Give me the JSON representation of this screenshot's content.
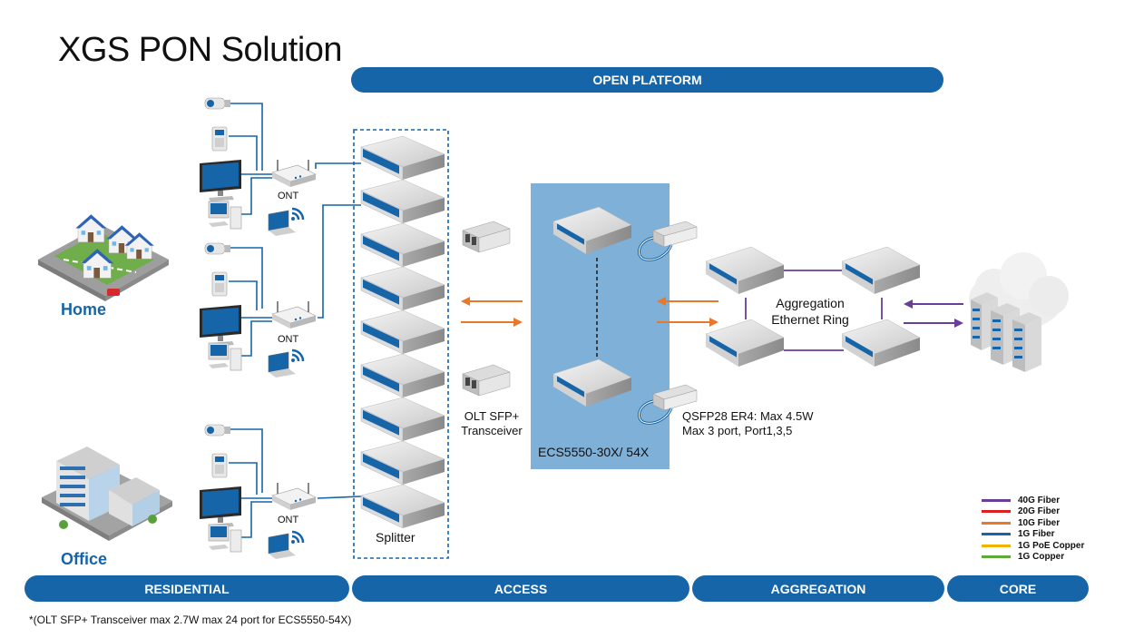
{
  "title": "XGS PON Solution",
  "top_bar": {
    "label": "OPEN PLATFORM"
  },
  "bottom_bars": [
    {
      "label": "RESIDENTIAL"
    },
    {
      "label": "ACCESS"
    },
    {
      "label": "AGGREGATION"
    },
    {
      "label": "CORE"
    }
  ],
  "locations": {
    "home": "Home",
    "office": "Office"
  },
  "ont_label": "ONT",
  "splitter_label": "Splitter",
  "transceiver_label": [
    "OLT SFP+",
    "Transceiver"
  ],
  "switch_label": "ECS5550-30X/ 54X",
  "qsfp_note": [
    "QSFP28 ER4: Max 4.5W",
    "Max 3 port, Port1,3,5"
  ],
  "ring_label": [
    "Aggregation",
    "Ethernet Ring"
  ],
  "legend": [
    {
      "label": "40G Fiber",
      "color": "#6a3d9a"
    },
    {
      "label": "20G Fiber",
      "color": "#e02020"
    },
    {
      "label": "10G Fiber",
      "color": "#e8782a"
    },
    {
      "label": "1G Fiber",
      "color": "#1565a8"
    },
    {
      "label": "1G PoE Copper",
      "color": "#f0b400"
    },
    {
      "label": "1G Copper",
      "color": "#5aab3a"
    }
  ],
  "footnote": "*(OLT SFP+ Transceiver max 2.7W max 24 port for ECS5550-54X)"
}
